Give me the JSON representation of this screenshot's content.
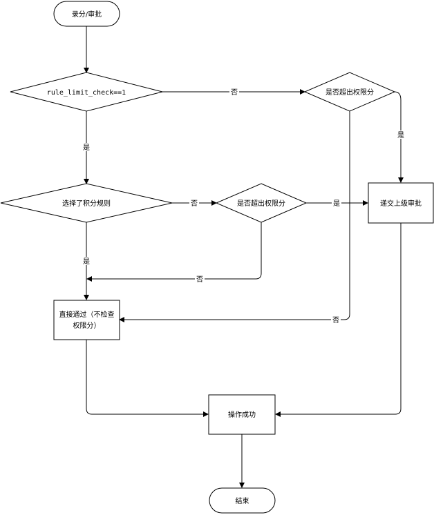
{
  "diagram": {
    "nodes": {
      "start": "录分/审批",
      "check_rule_limit": "rule_limit_check==1",
      "check_exceed_top": "是否超出权限分",
      "check_selected_rule": "选择了积分规则",
      "check_exceed_mid": "是否超出权限分",
      "submit_superior": "递交上级审批",
      "direct_pass_line1": "直接通过（不检查",
      "direct_pass_line2": "权限分）",
      "success": "操作成功",
      "end": "结束"
    },
    "edges": {
      "rule_limit_no": "否",
      "rule_limit_yes": "是",
      "exceed_top_yes": "是",
      "selected_rule_no": "否",
      "exceed_mid_yes": "是",
      "selected_rule_yes": "是",
      "exceed_mid_no": "否",
      "exceed_top_no": "否"
    }
  }
}
